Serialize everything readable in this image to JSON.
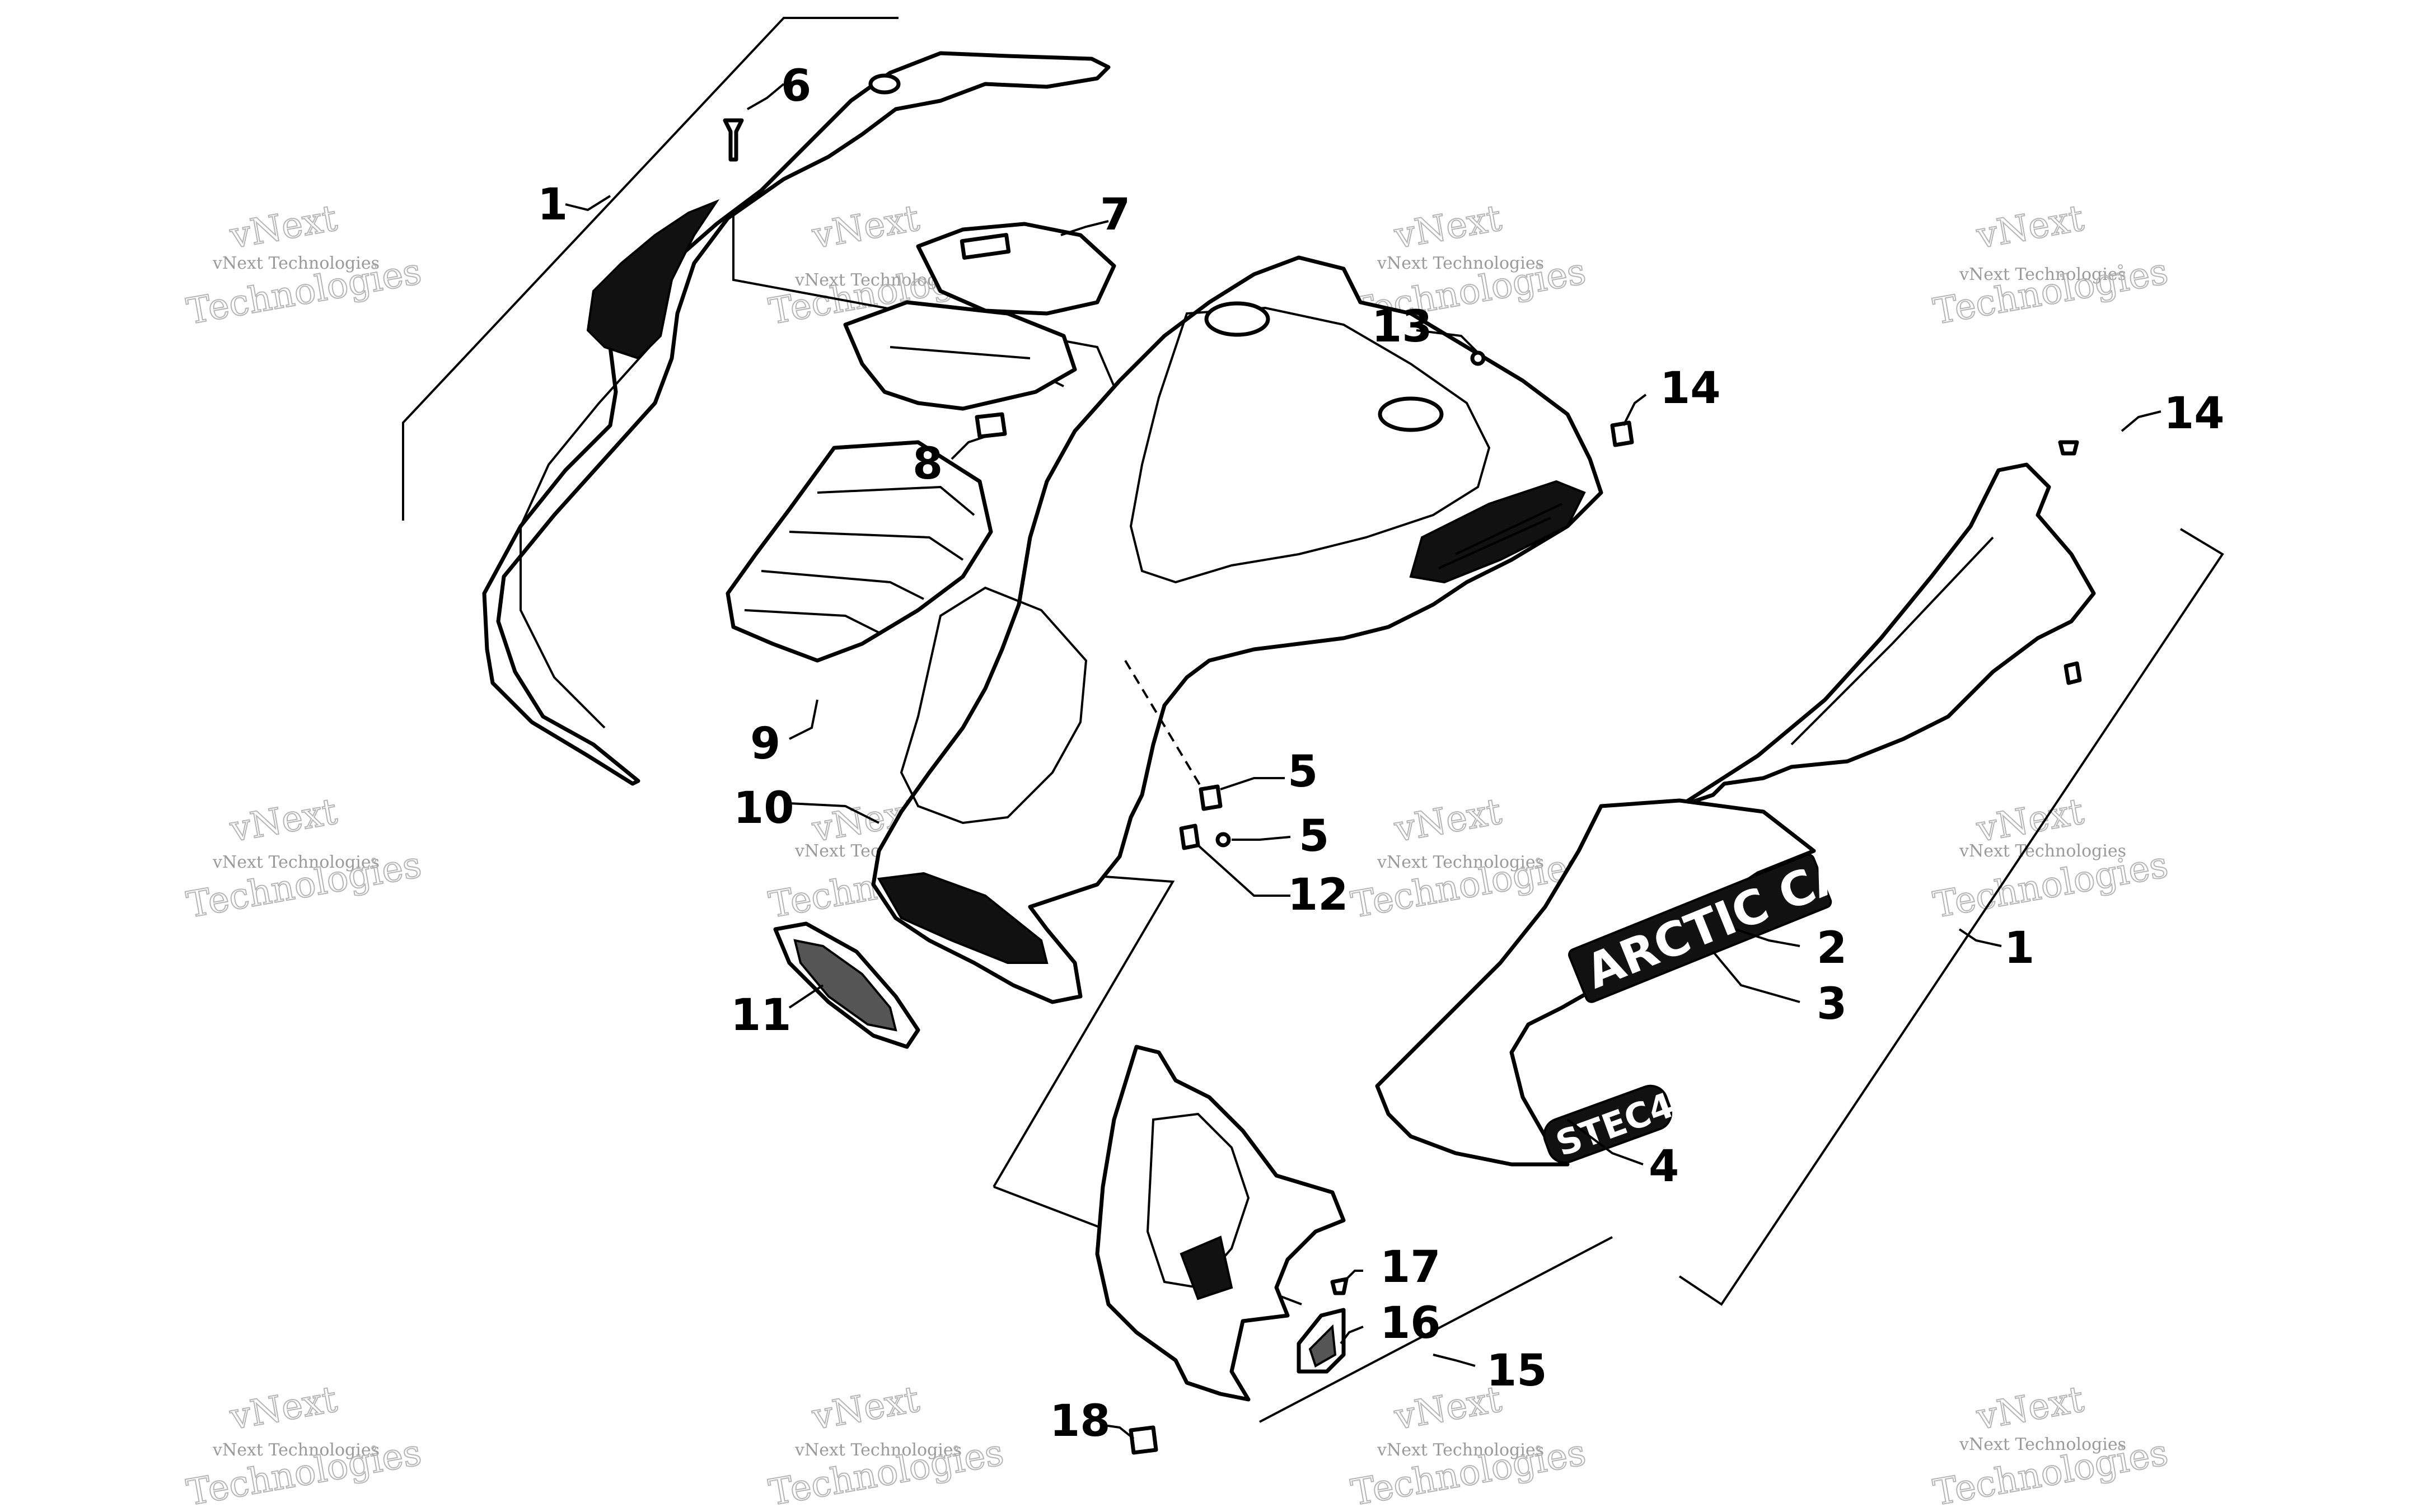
{
  "callouts": [
    {
      "id": "c1a",
      "label": "1"
    },
    {
      "id": "c6",
      "label": "6"
    },
    {
      "id": "c7",
      "label": "7"
    },
    {
      "id": "c8",
      "label": "8"
    },
    {
      "id": "c9",
      "label": "9"
    },
    {
      "id": "c10",
      "label": "10"
    },
    {
      "id": "c11",
      "label": "11"
    },
    {
      "id": "c13",
      "label": "13"
    },
    {
      "id": "c14a",
      "label": "14"
    },
    {
      "id": "c14b",
      "label": "14"
    },
    {
      "id": "c5a",
      "label": "5"
    },
    {
      "id": "c5b",
      "label": "5"
    },
    {
      "id": "c12",
      "label": "12"
    },
    {
      "id": "c2",
      "label": "2"
    },
    {
      "id": "c3",
      "label": "3"
    },
    {
      "id": "c1b",
      "label": "1"
    },
    {
      "id": "c4",
      "label": "4"
    },
    {
      "id": "c17",
      "label": "17"
    },
    {
      "id": "c16",
      "label": "16"
    },
    {
      "id": "c15",
      "label": "15"
    },
    {
      "id": "c18",
      "label": "18"
    }
  ],
  "decals": {
    "brand": "ARCTIC CAT",
    "model": "STEC4"
  },
  "watermark": {
    "small": "vNext Technologies",
    "line1": "vNext",
    "line2": "Technologies"
  }
}
